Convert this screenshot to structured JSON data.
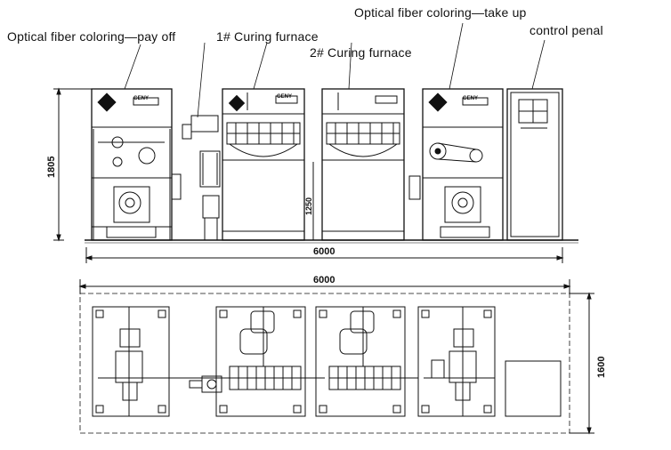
{
  "labels": {
    "pay_off": "Optical fiber coloring—pay off",
    "curing_1": "1# Curing furnace",
    "curing_2": "2# Curing furnace",
    "take_up": "Optical fiber coloring—take up",
    "control_panel": "control penal"
  },
  "dimensions": {
    "elev_width": "6000",
    "elev_height": "1805",
    "table_height": "1250",
    "plan_width": "6000",
    "plan_depth": "1600"
  },
  "panel_text": {
    "brand_1": "GENY",
    "brand_2": "GENY",
    "brand_3": "GENY"
  }
}
